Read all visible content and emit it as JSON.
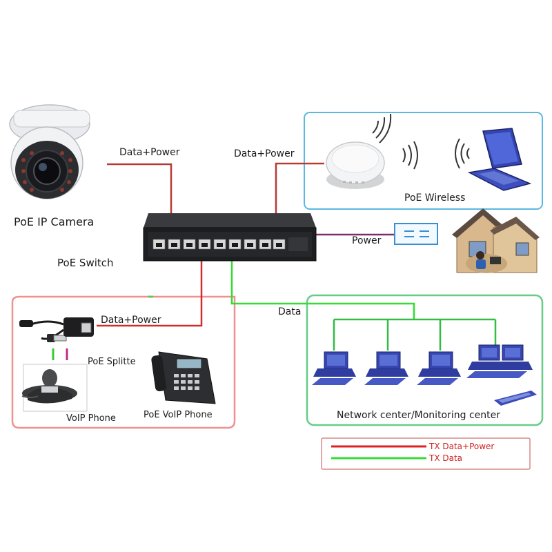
{
  "labels": {
    "camera": "PoE IP Camera",
    "switch": "PoE Switch",
    "camera_link": "Data+Power",
    "wireless_link": "Data+Power",
    "wireless": "PoE Wireless",
    "power": "Power",
    "splitter_link": "Data+Power",
    "splitter": "PoE  Splitte",
    "voip_phone": "VoIP Phone",
    "poe_voip_phone": "PoE VoIP Phone",
    "data": "Data",
    "network_center": "Network center/Monitoring center"
  },
  "legend": [
    {
      "label": "TX Data+Power",
      "color": "#e02020"
    },
    {
      "label": "TX Data",
      "color": "#33dd33"
    }
  ],
  "colors": {
    "data_power": "#b83a35",
    "data": "#33dd33",
    "power": "#7a2e6e",
    "wireless_box": "#5ab8e0",
    "voip_box": "#f09090",
    "network_box": "#66cc88",
    "legend_box": "#d88888"
  },
  "icons": [
    "dome-camera-icon",
    "poe-switch-icon",
    "access-point-icon",
    "laptop-icon",
    "power-adapter-icon",
    "house-icon",
    "splitter-icon",
    "conference-phone-icon",
    "desk-phone-icon",
    "computer-icon",
    "workstation-icon"
  ]
}
